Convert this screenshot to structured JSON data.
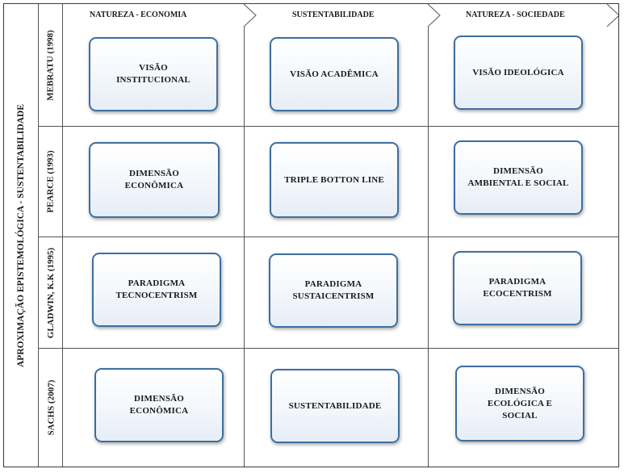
{
  "side_label": "APROXIMAÇÃO EPISTEMOLÓGICA - SUSTENTABILIDADE",
  "columns": [
    {
      "label": "NATUREZA - ECONOMIA"
    },
    {
      "label": "SUSTENTABILIDADE"
    },
    {
      "label": "NATUREZA - SOCIEDADE"
    }
  ],
  "rows": [
    {
      "label": "MEBRATU (1998)",
      "cells": [
        "VISÃO\nINSTITUCIONAL",
        "VISÃO     ACADÊMICA",
        "VISÃO   IDEOLÓGICA"
      ]
    },
    {
      "label": "PEARCE (1993)",
      "cells": [
        "DIMENSÃO\nECONÔMICA",
        "TRIPLE BOTTON LINE",
        "DIMENSÃO\nAMBIENTAL E SOCIAL"
      ]
    },
    {
      "label": "GLADWIN, K.K (1995)",
      "cells": [
        "PARADIGMA\nTECNOCENTRISM",
        "PARADIGMA\nSUSTAICENTRISM",
        "PARADIGMA\nECOCENTRISM"
      ]
    },
    {
      "label": "SACHS (2007)",
      "cells": [
        "DIMENSÃO\nECONÔMICA",
        "SUSTENTABILIDADE",
        "DIMENSÃO\nECOLÓGICA E\nSOCIAL"
      ]
    }
  ],
  "colors": {
    "box_border": "#3d6fa0",
    "grid": "#555555"
  }
}
